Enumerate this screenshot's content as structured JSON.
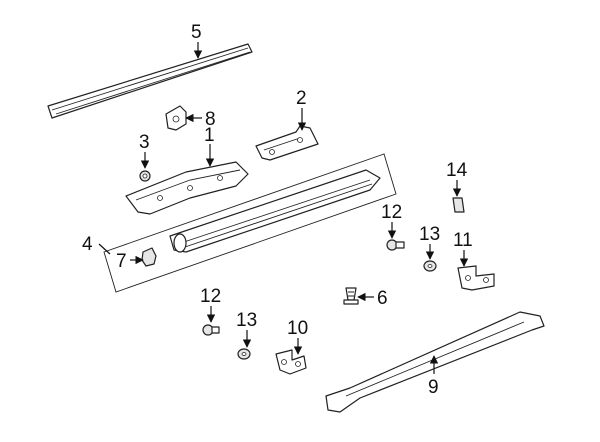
{
  "callouts": [
    {
      "id": "1",
      "label": "1"
    },
    {
      "id": "2",
      "label": "2"
    },
    {
      "id": "3",
      "label": "3"
    },
    {
      "id": "4",
      "label": "4"
    },
    {
      "id": "5",
      "label": "5"
    },
    {
      "id": "6",
      "label": "6"
    },
    {
      "id": "7",
      "label": "7"
    },
    {
      "id": "8",
      "label": "8"
    },
    {
      "id": "9",
      "label": "9"
    },
    {
      "id": "10",
      "label": "10"
    },
    {
      "id": "11",
      "label": "11"
    },
    {
      "id": "12a",
      "label": "12"
    },
    {
      "id": "12b",
      "label": "12"
    },
    {
      "id": "13a",
      "label": "13"
    },
    {
      "id": "13b",
      "label": "13"
    },
    {
      "id": "14",
      "label": "14"
    }
  ],
  "colors": {
    "line": "#222222",
    "background": "#ffffff"
  }
}
